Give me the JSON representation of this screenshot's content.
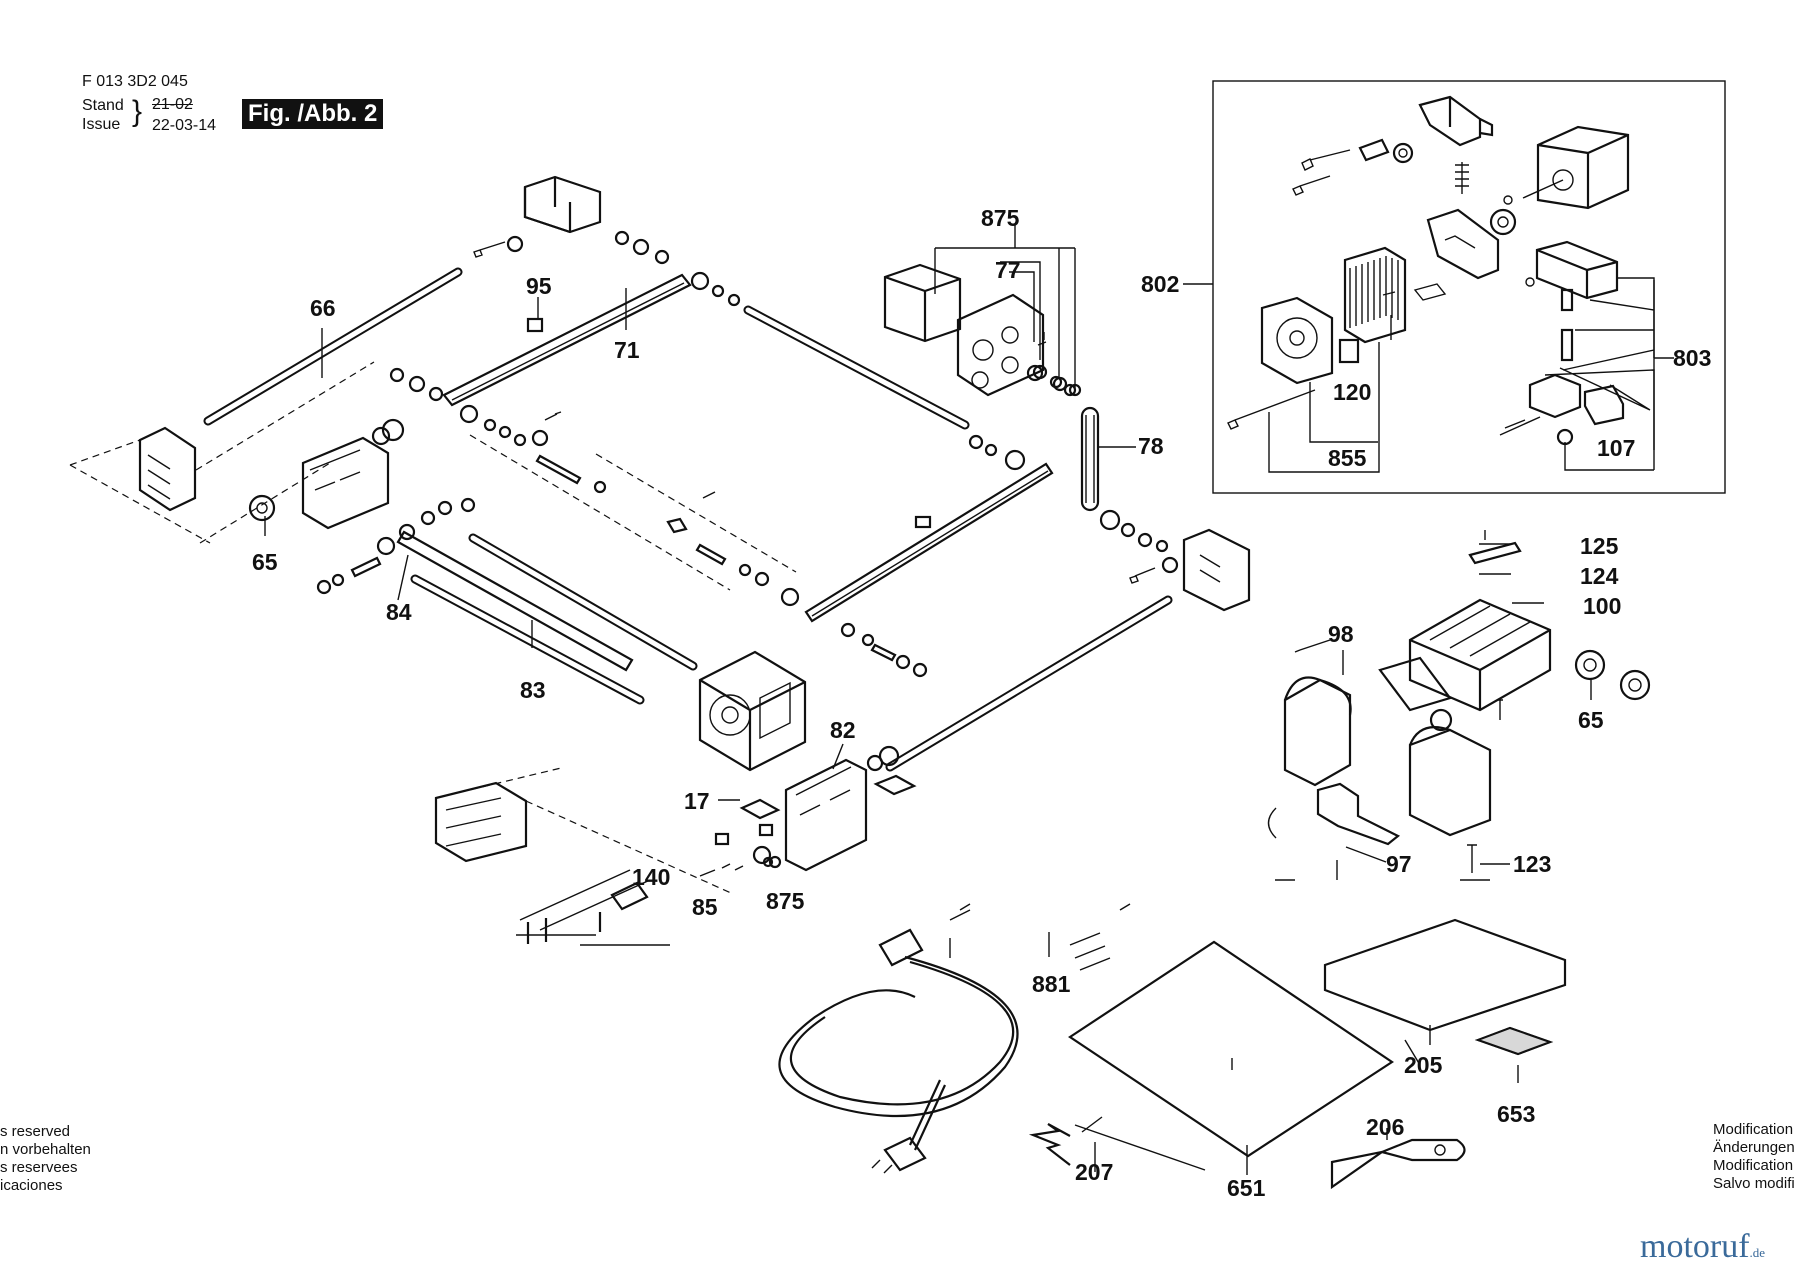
{
  "header": {
    "doc_number": "F 013 3D2 045",
    "stand_label": "Stand",
    "stand_value": "21-02",
    "issue_label": "Issue",
    "issue_value": "22-03-14",
    "figure_label": "Fig. /Abb. 2"
  },
  "notes_left": [
    "s reserved",
    "n vorbehalten",
    "s reservees",
    "icaciones"
  ],
  "notes_right": [
    "Modification",
    "Änderungen",
    "Modification",
    "Salvo modifi"
  ],
  "brand": {
    "name": "motoruf",
    "suffix": ".de",
    "color": "#3a6a9a"
  },
  "callouts": {
    "c66": "66",
    "c95": "95",
    "c71": "71",
    "c875a": "875",
    "c77": "77",
    "c78": "78",
    "c65a": "65",
    "c84": "84",
    "c83": "83",
    "c82": "82",
    "c17": "17",
    "c140": "140",
    "c85": "85",
    "c875b": "875",
    "c802": "802",
    "c803": "803",
    "c120": "120",
    "c855": "855",
    "c107": "107",
    "c125": "125",
    "c124": "124",
    "c100": "100",
    "c98": "98",
    "c65b": "65",
    "c97": "97",
    "c123": "123",
    "c881": "881",
    "c205": "205",
    "c653": "653",
    "c206": "206",
    "c207": "207",
    "c651": "651"
  }
}
